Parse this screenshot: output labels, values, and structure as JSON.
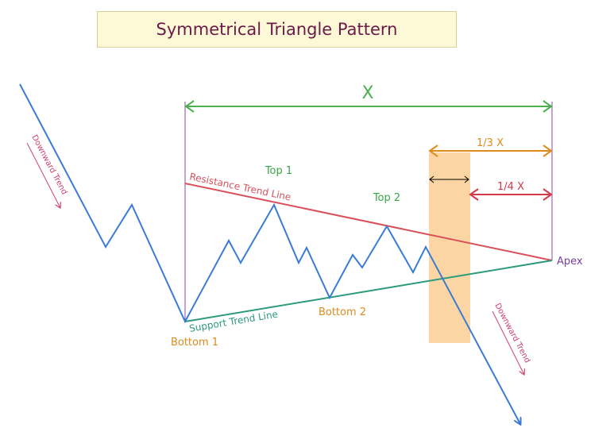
{
  "title": "Symmetrical Triangle Pattern",
  "labels": {
    "x": "X",
    "one_third_x": "1/3 X",
    "one_quarter_x": "1/4 X",
    "top1": "Top 1",
    "top2": "Top 2",
    "bottom1": "Bottom 1",
    "bottom2": "Bottom 2",
    "resistance": "Resistance Trend Line",
    "support": "Support Trend Line",
    "apex": "Apex",
    "downtrend_left": "Downward Trend",
    "downtrend_right": "Downward Trend"
  },
  "colors": {
    "price": "#3a7bd5",
    "resistance": "#d9505a",
    "support": "#2a9a7d",
    "span_x": "#4caf50",
    "span_third": "#e08a1e",
    "span_quarter": "#d23a4a",
    "breakout_zone": "#fbd29a",
    "apex": "#7b3fa0",
    "vertical_lines": "#8e44ad",
    "top_labels": "#3aa64a",
    "bottom_labels": "#e08a1e",
    "downtrend": "#d2416a"
  }
}
